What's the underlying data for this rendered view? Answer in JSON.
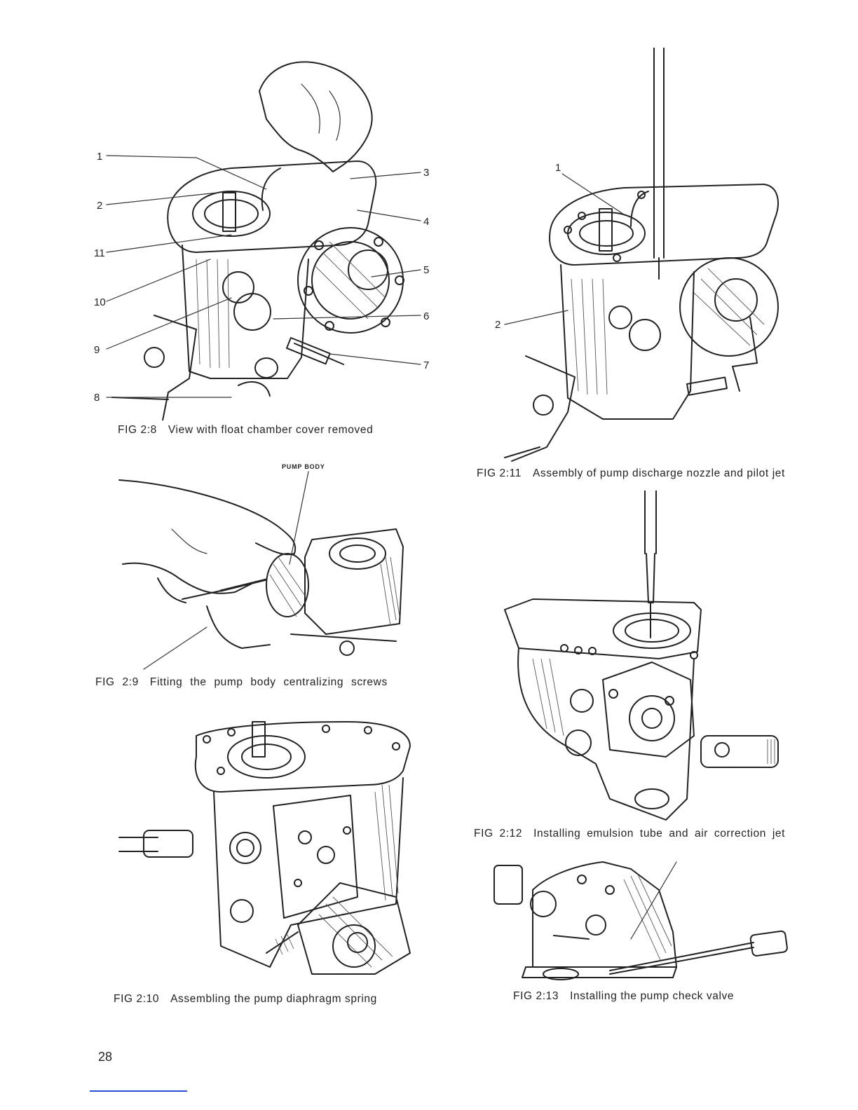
{
  "figures": [
    {
      "number": "FIG 2:8",
      "caption": "View with float chamber cover removed",
      "callouts": [
        "1",
        "2",
        "3",
        "4",
        "5",
        "6",
        "7",
        "8",
        "9",
        "10",
        "11"
      ]
    },
    {
      "number": "FIG 2:9",
      "caption": "Fitting the pump body centralizing screws",
      "label": "PUMP BODY"
    },
    {
      "number": "FIG 2:10",
      "caption": "Assembling the pump diaphragm spring"
    },
    {
      "number": "FIG 2:11",
      "caption": "Assembly of pump discharge nozzle and pilot jet",
      "callouts": [
        "1",
        "2"
      ]
    },
    {
      "number": "FIG 2:12",
      "caption": "Installing emulsion tube and air correction jet"
    },
    {
      "number": "FIG 2:13",
      "caption": "Installing the pump check valve"
    }
  ],
  "page_number": "28"
}
